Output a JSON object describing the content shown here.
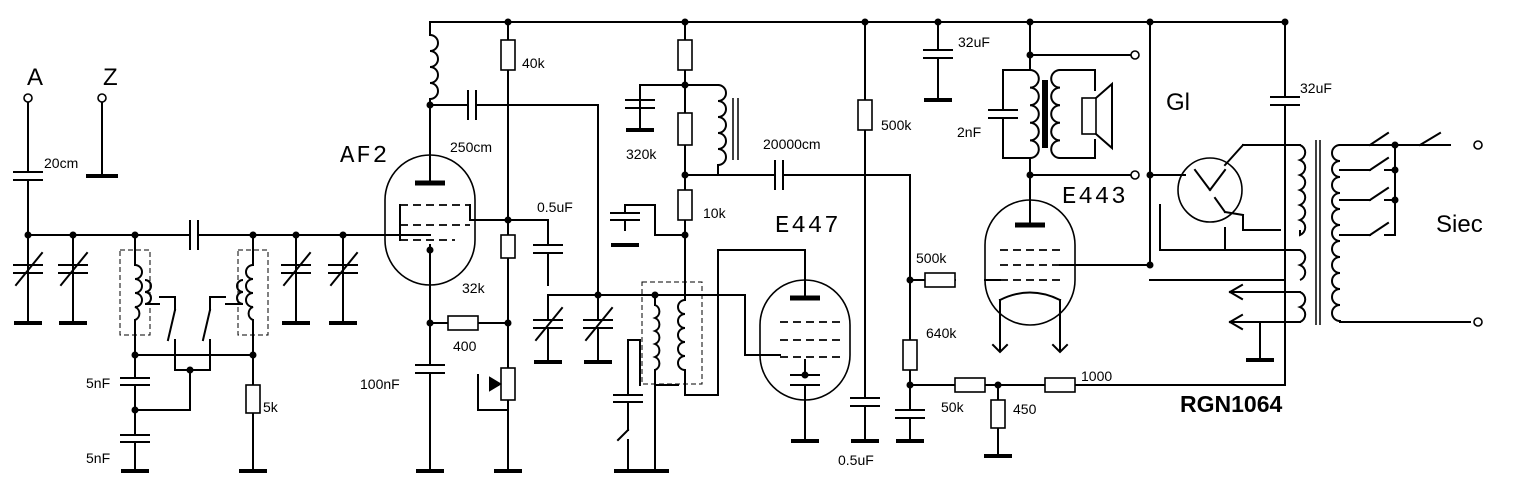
{
  "terminals": {
    "antenna": "A",
    "ground": "Z"
  },
  "tubes": {
    "detector": "AF2",
    "output": "E447",
    "power": "E443",
    "rectifier": "Gl"
  },
  "rectifier_model": "RGN1064",
  "mains": "Siec",
  "components": {
    "c_antenna": "20cm",
    "c_250": "250cm",
    "r_40k": "40k",
    "c_05_a": "0.5uF",
    "r_32k": "32k",
    "r_400": "400",
    "c_100n": "100nF",
    "r_5k": "5k",
    "c_5n_a": "5nF",
    "c_5n_b": "5nF",
    "r_320k": "320k",
    "r_10k": "10k",
    "c_20000": "20000cm",
    "r_500k_a": "500k",
    "r_500k_b": "500k",
    "r_640k": "640k",
    "c_05_b": "0.5uF",
    "r_50k": "50k",
    "r_450": "450",
    "r_1000": "1000",
    "c_32u_a": "32uF",
    "c_32u_b": "32uF",
    "c_2n": "2nF"
  }
}
